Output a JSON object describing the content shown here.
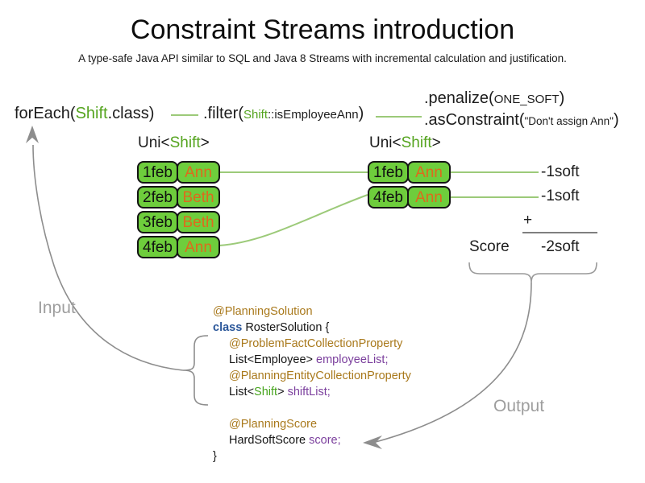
{
  "title": "Constraint Streams introduction",
  "subtitle": "A type-safe Java API similar to SQL and Java 8 Streams with incremental calculation and justification.",
  "pipeline": {
    "foreach_prefix": "forEach(",
    "foreach_type": "Shift",
    "foreach_suffix": ".class)",
    "filter_prefix": ".filter(",
    "filter_arg_type": "Shift",
    "filter_arg_rest": "::isEmployeeAnn",
    "filter_suffix": ")",
    "penalize_prefix": ".penalize(",
    "penalize_arg": "ONE_SOFT",
    "penalize_suffix": ")",
    "asconstraint_prefix": ".asConstraint(",
    "asconstraint_arg": "\"Don't assign Ann\"",
    "asconstraint_suffix": ")"
  },
  "left_stream": {
    "header_prefix": "Uni<",
    "header_type": "Shift",
    "header_suffix": ">",
    "rows": [
      {
        "date": "1feb",
        "name": "Ann"
      },
      {
        "date": "2feb",
        "name": "Beth"
      },
      {
        "date": "3feb",
        "name": "Beth"
      },
      {
        "date": "4feb",
        "name": "Ann"
      }
    ]
  },
  "right_stream": {
    "header_prefix": "Uni<",
    "header_type": "Shift",
    "header_suffix": ">",
    "rows": [
      {
        "date": "1feb",
        "name": "Ann"
      },
      {
        "date": "4feb",
        "name": "Ann"
      }
    ]
  },
  "penalties": {
    "first": "-1soft",
    "second": "-1soft"
  },
  "score": {
    "plus_sign": "+",
    "label": "Score",
    "value": "-2soft"
  },
  "labels": {
    "input": "Input",
    "output": "Output"
  },
  "code_lines": [
    {
      "i": 0,
      "seg": [
        {
          "t": "@PlanningSolution",
          "c": "ann"
        }
      ]
    },
    {
      "i": 0,
      "seg": [
        {
          "t": "class",
          "c": "kw"
        },
        {
          "t": " RosterSolution {",
          "c": "pl"
        }
      ]
    },
    {
      "i": 1,
      "seg": [
        {
          "t": "@ProblemFactCollectionProperty",
          "c": "ann"
        }
      ]
    },
    {
      "i": 1,
      "seg": [
        {
          "t": "List<Employee> ",
          "c": "pl"
        },
        {
          "t": "employeeList;",
          "c": "fld"
        }
      ]
    },
    {
      "i": 1,
      "seg": [
        {
          "t": "@PlanningEntityCollectionProperty",
          "c": "ann"
        }
      ]
    },
    {
      "i": 1,
      "seg": [
        {
          "t": "List<",
          "c": "pl"
        },
        {
          "t": "Shift",
          "c": "typ"
        },
        {
          "t": "> ",
          "c": "pl"
        },
        {
          "t": "shiftList;",
          "c": "fld"
        }
      ]
    },
    {
      "i": 0,
      "seg": []
    },
    {
      "i": 1,
      "seg": [
        {
          "t": "@PlanningScore",
          "c": "ann"
        }
      ]
    },
    {
      "i": 1,
      "seg": [
        {
          "t": "HardSoftScore ",
          "c": "pl"
        },
        {
          "t": "score;",
          "c": "fld"
        }
      ]
    },
    {
      "i": 0,
      "seg": [
        {
          "t": "}",
          "c": "pl"
        }
      ]
    }
  ],
  "colors": {
    "box_green": "#6ecd3c",
    "token_green": "#55a41f",
    "name_orange": "#dd6a1d",
    "connector_green": "#9cca79",
    "annotation_gold": "#a9791c",
    "keyword_blue": "#2b579a",
    "field_purple": "#7b3f9d",
    "arrow_gray": "#8d8d8d",
    "io_gray": "#9e9e9e"
  }
}
